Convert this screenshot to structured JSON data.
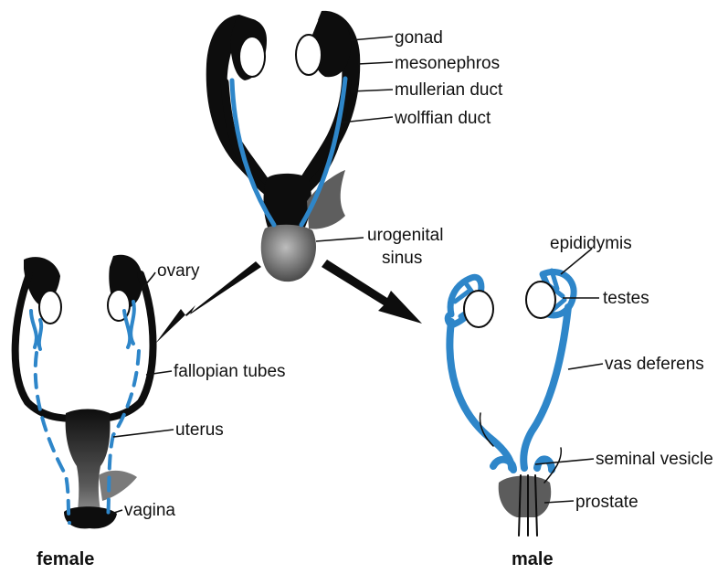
{
  "colors": {
    "duct": "#2e86c9",
    "tissue": "#0d0d0d",
    "sinus": "#6e6e6e"
  },
  "labels": {
    "gonad": "gonad",
    "mesonephros": "mesonephros",
    "mullerian": "mullerian duct",
    "wolffian": "wolffian duct",
    "urogenital_1": "urogenital",
    "urogenital_2": "sinus",
    "ovary": "ovary",
    "fallopian": "fallopian tubes",
    "uterus": "uterus",
    "vagina": "vagina",
    "epididymis": "epididymis",
    "testes": "testes",
    "vas_deferens": "vas deferens",
    "seminal_vesicle": "seminal vesicle",
    "prostate": "prostate"
  },
  "captions": {
    "female": "female",
    "male": "male"
  }
}
